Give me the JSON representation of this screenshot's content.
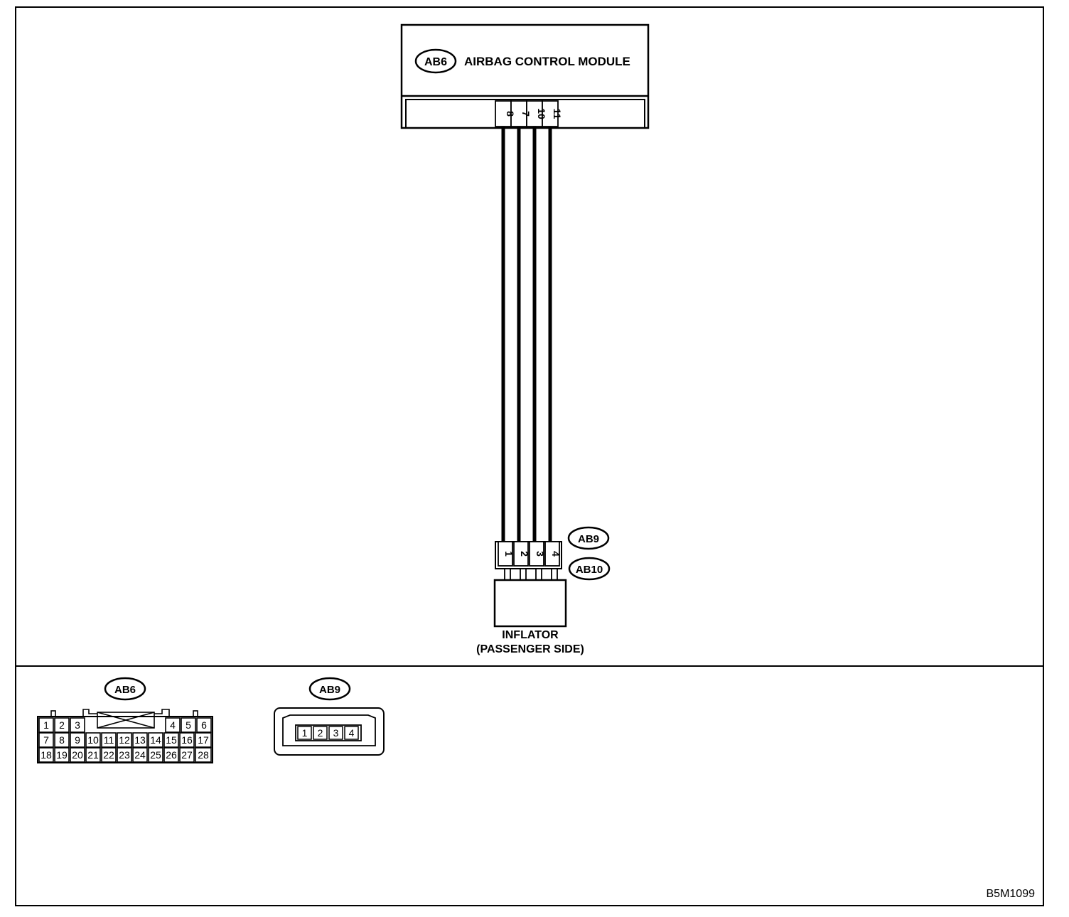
{
  "module": {
    "tag": "AB6",
    "name": "AIRBAG CONTROL MODULE",
    "pins": [
      "8",
      "7",
      "10",
      "11"
    ]
  },
  "inflator_connector": {
    "tag_male": "AB9",
    "tag_female": "AB10",
    "pins": [
      "1",
      "2",
      "3",
      "4"
    ],
    "label_line1": "INFLATOR",
    "label_line2": "(PASSENGER SIDE)"
  },
  "legend": {
    "ab6": {
      "tag": "AB6",
      "row1": [
        "1",
        "2",
        "3",
        "4",
        "5",
        "6"
      ],
      "row2": [
        "7",
        "8",
        "9",
        "10",
        "11",
        "12",
        "13",
        "14",
        "15",
        "16",
        "17"
      ],
      "row3": [
        "18",
        "19",
        "20",
        "21",
        "22",
        "23",
        "24",
        "25",
        "26",
        "27",
        "28"
      ]
    },
    "ab9": {
      "tag": "AB9",
      "pins": [
        "1",
        "2",
        "3",
        "4"
      ]
    }
  },
  "figure_code": "B5M1099",
  "colors": {
    "line": "#000000",
    "background": "#ffffff"
  }
}
